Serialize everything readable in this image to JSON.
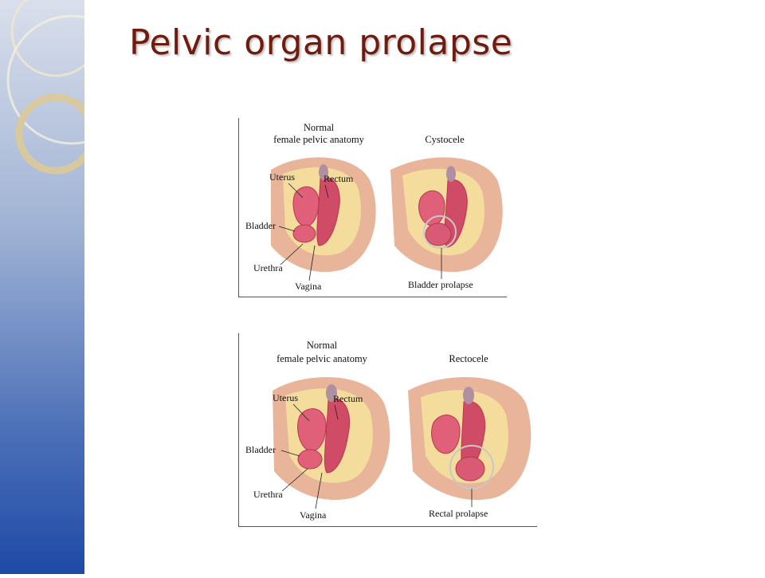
{
  "slide": {
    "title": "Pelvic organ prolapse"
  },
  "diagrams": [
    {
      "normal_heading_1": "Normal",
      "normal_heading_2": "female pelvic anatomy",
      "condition_heading": "Cystocele",
      "labels": {
        "uterus": "Uterus",
        "rectum": "Rectum",
        "bladder": "Bladder",
        "urethra": "Urethra",
        "vagina": "Vagina"
      },
      "prolapse_label": "Bladder prolapse"
    },
    {
      "normal_heading_1": "Normal",
      "normal_heading_2": "female pelvic anatomy",
      "condition_heading": "Rectocele",
      "labels": {
        "uterus": "Uterus",
        "rectum": "Rectum",
        "bladder": "Bladder",
        "urethra": "Urethra",
        "vagina": "Vagina"
      },
      "prolapse_label": "Rectal prolapse"
    }
  ],
  "colors": {
    "title": "#6e1c10",
    "skin": "#e8b49a",
    "skin_dark": "#c98a6e",
    "bone": "#f3dc9c",
    "organ": "#e0607a",
    "organ_dark": "#b8364f",
    "ring": "#c8c8c8"
  }
}
